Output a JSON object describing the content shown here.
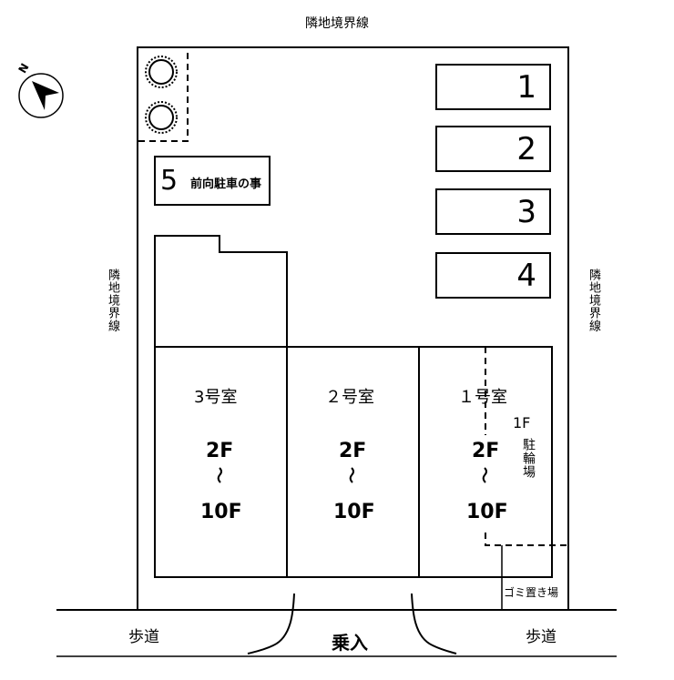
{
  "boundary": {
    "top": "隣地境界線",
    "left": "隣地境界線",
    "right": "隣地境界線"
  },
  "compass": {
    "north_label": "N",
    "icon": "north-arrow-icon"
  },
  "parking": {
    "spaces": [
      {
        "number": "1"
      },
      {
        "number": "2"
      },
      {
        "number": "3"
      },
      {
        "number": "4"
      }
    ],
    "space5": {
      "number": "5",
      "note": "前向駐車の事"
    }
  },
  "trees": {
    "icon": "shrub-icon",
    "count": 2
  },
  "rooms": [
    {
      "name": "3号室",
      "floor_from": "2F",
      "tilde": "~",
      "floor_to": "10F"
    },
    {
      "name": "２号室",
      "floor_from": "2F",
      "tilde": "~",
      "floor_to": "10F"
    },
    {
      "name": "１号室",
      "floor_from": "2F",
      "tilde": "~",
      "floor_to": "10F"
    }
  ],
  "bike_parking": {
    "floor": "1F",
    "label": "駐輪場"
  },
  "garbage": {
    "label": "ゴミ置き場"
  },
  "street": {
    "sidewalk_left": "歩道",
    "sidewalk_right": "歩道",
    "entrance": "乗入"
  }
}
